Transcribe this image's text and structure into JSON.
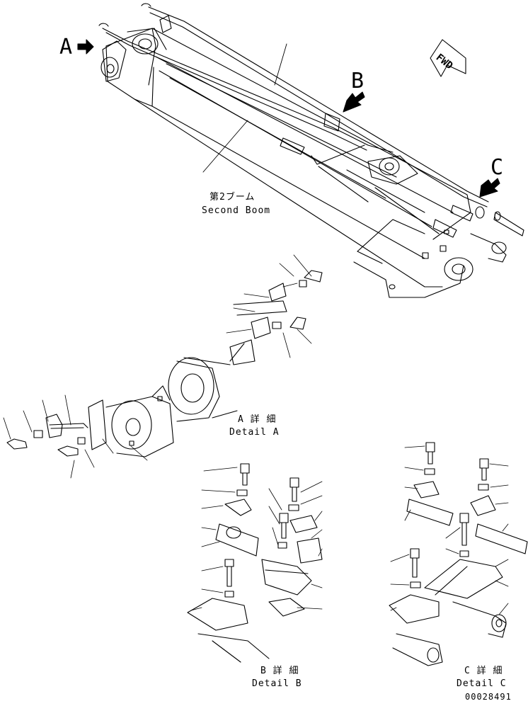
{
  "view_labels": {
    "a": "A",
    "b": "B",
    "c": "C"
  },
  "fwd_label": "FWD",
  "captions": {
    "boom_jp": "第2ブーム",
    "boom_en": "Second Boom",
    "detail_a_jp": "A 詳 細",
    "detail_a_en": "Detail A",
    "detail_b_jp": "B 詳 細",
    "detail_b_en": "Detail B",
    "detail_c_jp": "C 詳 細",
    "detail_c_en": "Detail C"
  },
  "drawing_number": "00028491",
  "colors": {
    "ink": "#000000",
    "paper": "#ffffff"
  },
  "icons": [
    "view-arrow-icon",
    "fwd-arrow-icon"
  ]
}
